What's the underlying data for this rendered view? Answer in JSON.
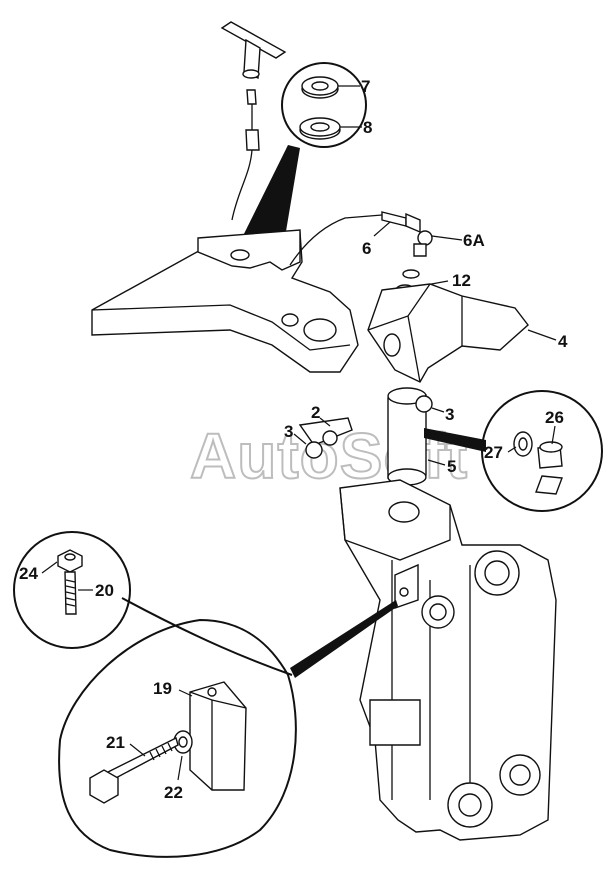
{
  "callouts": {
    "c7": "7",
    "c8": "8",
    "c6": "6",
    "c6A": "6A",
    "c12": "12",
    "c4": "4",
    "c2": "2",
    "c3a": "3",
    "c3b": "3",
    "c5": "5",
    "c26": "26",
    "c27": "27",
    "c24": "24",
    "c20": "20",
    "c19": "19",
    "c21": "21",
    "c22": "22"
  },
  "watermark": "AutoSoft"
}
